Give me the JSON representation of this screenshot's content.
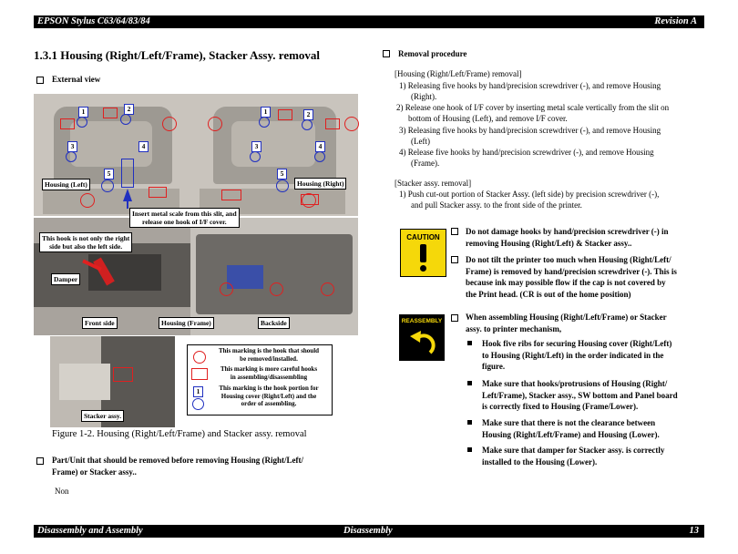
{
  "header": {
    "left": "EPSON Stylus C63/64/83/84",
    "right": "Revision A"
  },
  "footer": {
    "left": "Disassembly and Assembly",
    "center": "Disassembly",
    "right": "13"
  },
  "section_title": "1.3.1  Housing (Right/Left/Frame), Stacker Assy. removal",
  "external_view": "External view",
  "figure": {
    "labels": {
      "housing_left": "Housing (Left)",
      "housing_right": "Housing (Right)",
      "insert_note_1": "Insert metal scale from this slit, and",
      "insert_note_2": "release one hook of I/F cover.",
      "hook_note_1": "This hook is not only the right",
      "hook_note_2": "side but also the left side.",
      "damper": "Damper",
      "front_side": "Front side",
      "housing_frame": "Housing (Frame)",
      "backside": "Backside",
      "stacker_assy": "Stacker assy."
    },
    "numbers": [
      "1",
      "2",
      "3",
      "4",
      "5"
    ],
    "legend": [
      {
        "icon": "red-circle",
        "lines": [
          "This marking is the hook that should",
          "be removed/installed."
        ]
      },
      {
        "icon": "red-square",
        "lines": [
          "This marking is more careful hooks",
          "in assembling/disassembling"
        ]
      },
      {
        "icon": "numbered-blue-circle",
        "num": "1",
        "lines": [
          "This marking is the hook portion for",
          "Housing cover (Right/Left) and the",
          "order of assembling."
        ]
      }
    ],
    "caption": "Figure 1-2.  Housing (Right/Left/Frame) and Stacker assy. removal"
  },
  "part_unit": {
    "lines": [
      "Part/Unit that should be removed before removing Housing (Right/Left/",
      "Frame) or Stacker assy.."
    ],
    "value": "Non"
  },
  "procedure": {
    "title": "Removal procedure",
    "housing_head": "[Housing (Right/Left/Frame) removal]",
    "housing_steps": [
      [
        "1) Releasing five hooks by hand/precision screwdriver (-), and remove Housing",
        "(Right)."
      ],
      [
        "2) Release one hook of I/F cover by inserting metal scale vertically from the slit on",
        "bottom of Housing (Left), and remove I/F cover."
      ],
      [
        "3) Releasing five hooks by hand/precision screwdriver (-), and remove Housing",
        "(Left)"
      ],
      [
        "4) Release five hooks by hand/precision screwdriver (-), and remove Housing",
        "(Frame)."
      ]
    ],
    "stacker_head": "[Stacker assy. removal]",
    "stacker_steps": [
      [
        "1) Push cut-out portion of Stacker Assy. (left side) by precision screwdriver (-),",
        "and pull Stacker assy. to the front side of the printer."
      ]
    ]
  },
  "caution": {
    "icon_label": "CAUTION",
    "items": [
      [
        "Do not damage hooks by hand/precision screwdriver (-) in",
        "removing Housing (Right/Left) & Stacker assy.."
      ],
      [
        "Do not tilt the printer too much when Housing (Right/Left/",
        "Frame) is removed by hand/precision screwdriver (-). This is",
        "because ink may possible flow if the cap is not covered by",
        "the Print head. (CR is out of the home position)"
      ]
    ]
  },
  "reassembly": {
    "icon_label": "REASSEMBLY",
    "intro": [
      "When assembling Housing (Right/Left/Frame) or Stacker",
      "assy. to printer mechanism,"
    ],
    "items": [
      [
        "Hook five ribs for securing Housing cover (Right/Left)",
        "to Housing (Right/Left) in the order indicated in the",
        "figure."
      ],
      [
        "Make sure that hooks/protrusions of Housing (Right/",
        "Left/Frame), Stacker assy., SW bottom and Panel board",
        "is correctly fixed to Housing (Frame/Lower)."
      ],
      [
        "Make sure that there is not the clearance between",
        "Housing (Right/Left/Frame) and Housing (Lower)."
      ],
      [
        "Make sure that damper for Stacker assy. is correctly",
        "installed to the Housing (Lower)."
      ]
    ]
  },
  "colors": {
    "marker_red": "#e02020",
    "marker_blue": "#2030c0",
    "caution_yellow": "#f5d80a"
  }
}
